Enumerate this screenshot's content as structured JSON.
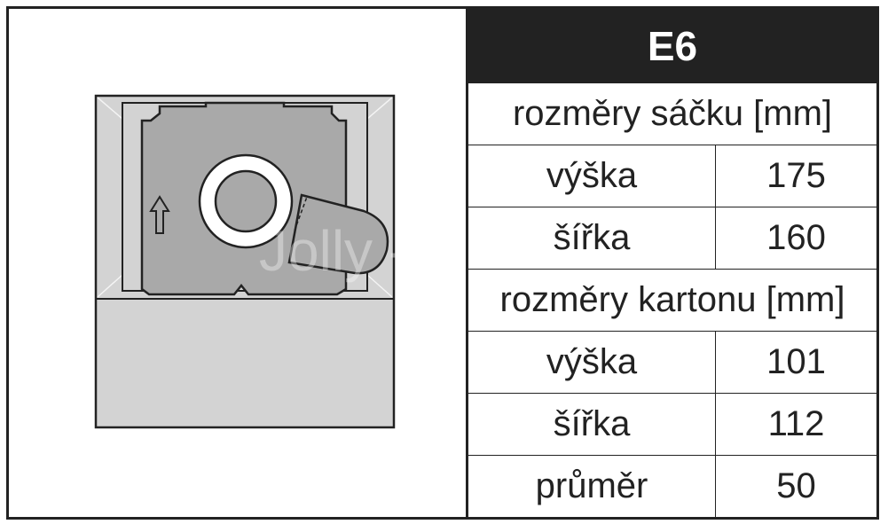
{
  "model": "E6",
  "watermark": "Jolly - sáčky",
  "colors": {
    "ink": "#222222",
    "carton": "#d3d3d3",
    "bag": "#a9a9a9",
    "paper": "#ffffff"
  },
  "icons": {
    "arrow": "up-arrow-icon"
  },
  "table": {
    "bag_header": "rozměry sáčku [mm]",
    "bag_rows": [
      {
        "label": "výška",
        "value": "175"
      },
      {
        "label": "šířka",
        "value": "160"
      }
    ],
    "carton_header": "rozměry kartonu [mm]",
    "carton_rows": [
      {
        "label": "výška",
        "value": "101"
      },
      {
        "label": "šířka",
        "value": "112"
      },
      {
        "label": "průměr",
        "value": "50"
      }
    ]
  }
}
